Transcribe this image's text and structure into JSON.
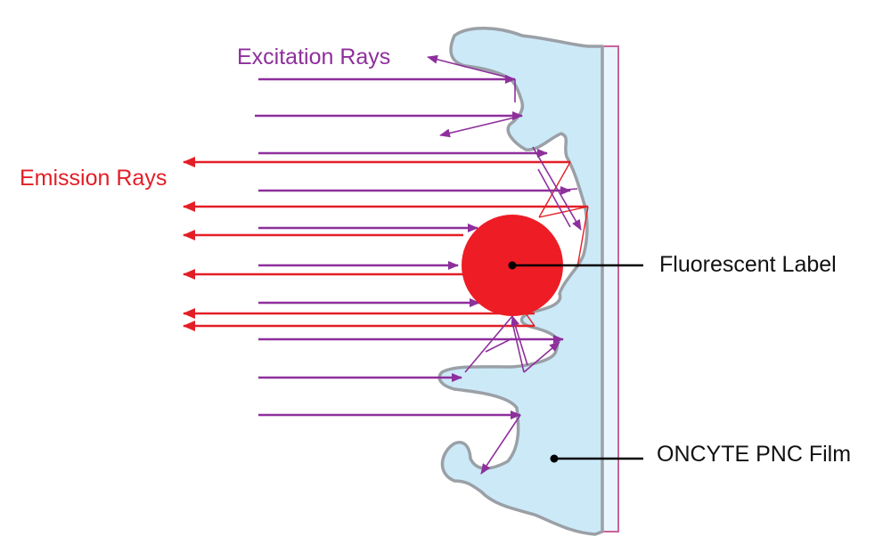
{
  "labels": {
    "excitation": "Excitation Rays",
    "emission": "Emission Rays",
    "fluorescent": "Fluorescent Label",
    "film": "ONCYTE PNC Film"
  },
  "colors": {
    "excitation": "#8e2f9c",
    "emission": "#e31e26",
    "label_fill": "#ee1c25",
    "film_fill": "#cce9f8",
    "film_outline": "#9aa0a6",
    "substrate_edge": "#c9639a",
    "pointer": "#000000"
  },
  "icons": {
    "fluorescent_label": "red-circle",
    "film": "wavy-film-shape"
  }
}
